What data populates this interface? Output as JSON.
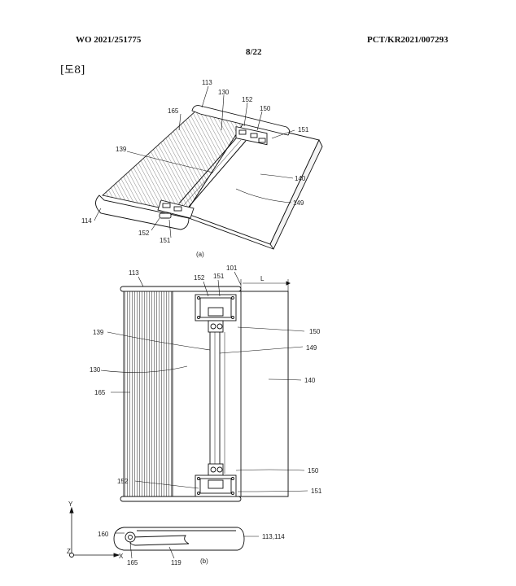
{
  "header": {
    "publication_number": "WO 2021/251775",
    "application_number": "PCT/KR2021/007293",
    "sheet": "8/22"
  },
  "figure_label": "[도8]",
  "view_a": {
    "caption": "(a)",
    "refs": {
      "r113": "113",
      "r130": "130",
      "r152": "152",
      "r150": "150",
      "r165": "165",
      "r151_top": "151",
      "r139": "139",
      "r140": "140",
      "r149": "149",
      "r114": "114",
      "r152_bottom": "152",
      "r151_bottom": "151"
    }
  },
  "view_b": {
    "caption": "(b)",
    "refs": {
      "r113": "113",
      "r101": "101",
      "dim_L": "L",
      "r152_top": "152",
      "r151_top": "151",
      "r150_top": "150",
      "r139": "139",
      "r149": "149",
      "r130": "130",
      "r140": "140",
      "r165": "165",
      "r150_bottom": "150",
      "r152_bottom": "152",
      "r151_bottom": "151",
      "r160": "160",
      "r113_114": "113,114",
      "r165_side": "165",
      "r119": "119"
    },
    "axes": {
      "y": "Y",
      "z": "Z",
      "x": "X"
    }
  }
}
